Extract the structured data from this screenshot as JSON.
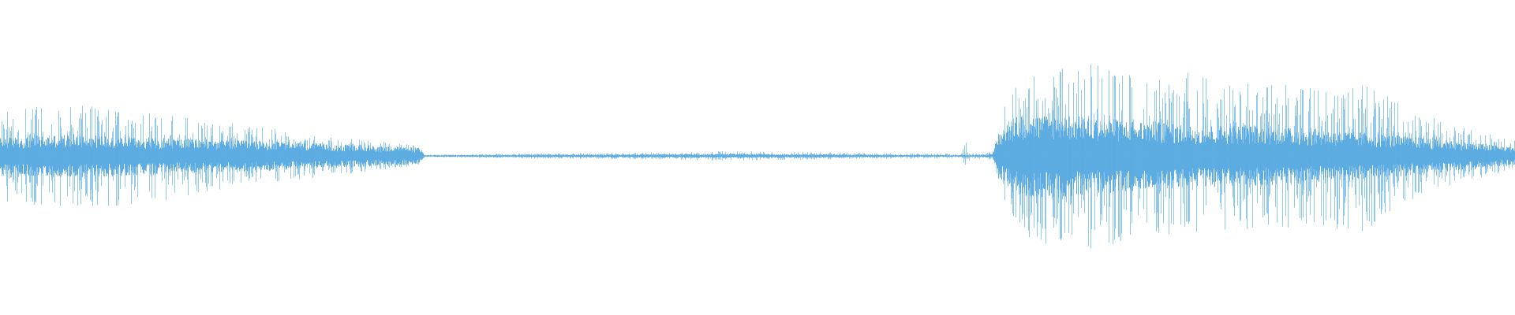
{
  "chart_data": {
    "type": "area",
    "x_range": [
      0,
      1
    ],
    "y_range": [
      -1,
      1
    ],
    "baseline": 0,
    "grid": false,
    "color": "#5dade2",
    "envelope": [
      {
        "x": 0.0,
        "typ": 0.1,
        "peak": 0.38,
        "upper_peak": 0.36,
        "lower_peak": 0.36
      },
      {
        "x": 0.02,
        "typ": 0.11,
        "peak": 0.4,
        "upper_peak": 0.4,
        "lower_peak": 0.4
      },
      {
        "x": 0.045,
        "typ": 0.12,
        "peak": 0.42,
        "upper_peak": 0.42,
        "lower_peak": 0.42
      },
      {
        "x": 0.08,
        "typ": 0.11,
        "peak": 0.39,
        "upper_peak": 0.36,
        "lower_peak": 0.4
      },
      {
        "x": 0.105,
        "typ": 0.1,
        "peak": 0.36,
        "upper_peak": 0.34,
        "lower_peak": 0.36
      },
      {
        "x": 0.14,
        "typ": 0.09,
        "peak": 0.3,
        "upper_peak": 0.28,
        "lower_peak": 0.28
      },
      {
        "x": 0.18,
        "typ": 0.08,
        "peak": 0.24,
        "upper_peak": 0.22,
        "lower_peak": 0.22
      },
      {
        "x": 0.22,
        "typ": 0.065,
        "peak": 0.16,
        "upper_peak": 0.15,
        "lower_peak": 0.15
      },
      {
        "x": 0.255,
        "typ": 0.055,
        "peak": 0.12,
        "upper_peak": 0.11,
        "lower_peak": 0.11
      },
      {
        "x": 0.277,
        "typ": 0.045,
        "peak": 0.09,
        "upper_peak": 0.08,
        "lower_peak": 0.08
      },
      {
        "x": 0.28,
        "typ": 0.005,
        "peak": 0.01,
        "upper_peak": 0.01,
        "lower_peak": 0.01
      },
      {
        "x": 0.44,
        "typ": 0.01,
        "peak": 0.03,
        "upper_peak": 0.03,
        "lower_peak": 0.03
      },
      {
        "x": 0.48,
        "typ": 0.012,
        "peak": 0.04,
        "upper_peak": 0.04,
        "lower_peak": 0.04
      },
      {
        "x": 0.54,
        "typ": 0.01,
        "peak": 0.03,
        "upper_peak": 0.03,
        "lower_peak": 0.03
      },
      {
        "x": 0.6,
        "typ": 0.006,
        "peak": 0.02,
        "upper_peak": 0.02,
        "lower_peak": 0.02
      },
      {
        "x": 0.635,
        "typ": 0.005,
        "peak": 0.02,
        "upper_peak": 0.02,
        "lower_peak": 0.02
      },
      {
        "x": 0.637,
        "typ": 0.005,
        "peak": 0.2,
        "upper_peak": 0.2,
        "lower_peak": 0.2
      },
      {
        "x": 0.64,
        "typ": 0.005,
        "peak": 0.02,
        "upper_peak": 0.02,
        "lower_peak": 0.02
      },
      {
        "x": 0.655,
        "typ": 0.01,
        "peak": 0.03,
        "upper_peak": 0.03,
        "lower_peak": 0.03
      },
      {
        "x": 0.658,
        "typ": 0.12,
        "peak": 0.28,
        "upper_peak": 0.26,
        "lower_peak": 0.26
      },
      {
        "x": 0.67,
        "typ": 0.22,
        "peak": 0.55,
        "upper_peak": 0.6,
        "lower_peak": 0.6
      },
      {
        "x": 0.7,
        "typ": 0.23,
        "peak": 0.65,
        "upper_peak": 0.72,
        "lower_peak": 0.75
      },
      {
        "x": 0.72,
        "typ": 0.21,
        "peak": 0.62,
        "upper_peak": 0.76,
        "lower_peak": 0.8
      },
      {
        "x": 0.76,
        "typ": 0.19,
        "peak": 0.55,
        "upper_peak": 0.58,
        "lower_peak": 0.6
      },
      {
        "x": 0.78,
        "typ": 0.17,
        "peak": 0.55,
        "upper_peak": 0.68,
        "lower_peak": 0.65
      },
      {
        "x": 0.82,
        "typ": 0.17,
        "peak": 0.52,
        "upper_peak": 0.6,
        "lower_peak": 0.62
      },
      {
        "x": 0.86,
        "typ": 0.15,
        "peak": 0.5,
        "upper_peak": 0.55,
        "lower_peak": 0.55
      },
      {
        "x": 0.9,
        "typ": 0.13,
        "peak": 0.45,
        "upper_peak": 0.58,
        "lower_peak": 0.62
      },
      {
        "x": 0.94,
        "typ": 0.1,
        "peak": 0.3,
        "upper_peak": 0.32,
        "lower_peak": 0.3
      },
      {
        "x": 0.975,
        "typ": 0.07,
        "peak": 0.2,
        "upper_peak": 0.2,
        "lower_peak": 0.18
      },
      {
        "x": 1.0,
        "typ": 0.05,
        "peak": 0.14,
        "upper_peak": 0.14,
        "lower_peak": 0.12
      }
    ]
  }
}
